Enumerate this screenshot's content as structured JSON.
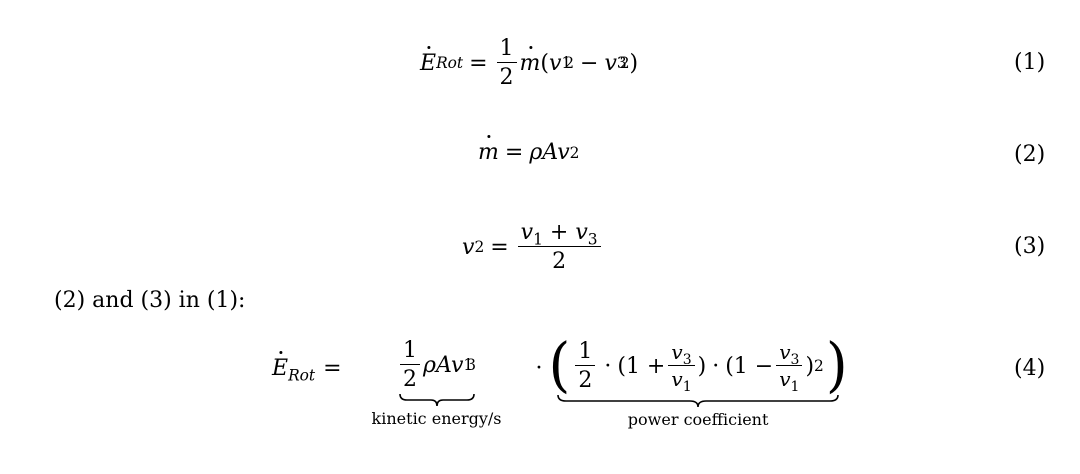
{
  "equations": [
    {
      "id": 1,
      "number": "(1)"
    },
    {
      "id": 2,
      "number": "(2)"
    },
    {
      "id": 3,
      "number": "(3)"
    },
    {
      "id": 4,
      "number": "(4)"
    }
  ],
  "text": {
    "substitution_note": "(2) and (3) in (1):",
    "kinetic_label": "kinetic energy/s",
    "power_label": "power coefficient"
  }
}
